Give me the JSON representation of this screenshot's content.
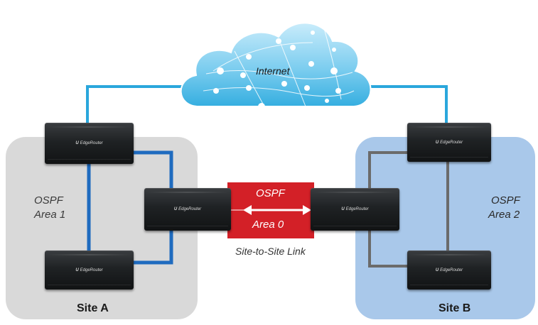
{
  "cloud": {
    "label": "Internet"
  },
  "site_a": {
    "area_line1": "OSPF",
    "area_line2": "Area 1",
    "site_label": "Site A"
  },
  "site_b": {
    "area_line1": "OSPF",
    "area_line2": "Area 2",
    "site_label": "Site B"
  },
  "link": {
    "top": "OSPF",
    "bottom": "Area 0",
    "caption": "Site-to-Site Link"
  },
  "router_brand": "EdgeRouter",
  "router_logo": "U",
  "colors": {
    "site_a_bg": "#d9d9d9",
    "site_b_bg": "#a9c8ea",
    "site_a_link": "#1f6bbf",
    "site_b_link": "#6b6b6b",
    "internet_link": "#2aa7dc",
    "ospf_box": "#d32027",
    "cloud_fill": "#8fd4f0"
  },
  "icons": [
    "cloud-icon",
    "router-icon",
    "double-arrow-icon"
  ]
}
